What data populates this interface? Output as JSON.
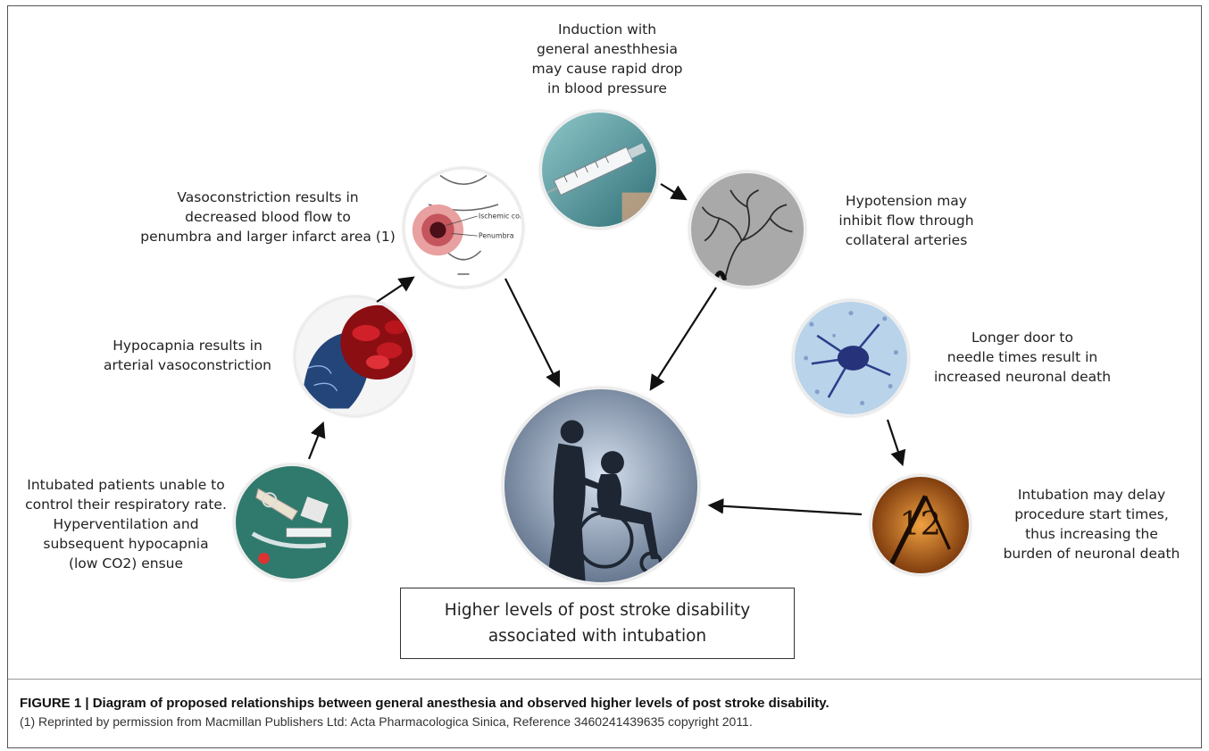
{
  "labels": {
    "induction": "Induction with\ngeneral anesthhesia\nmay cause rapid drop\nin blood pressure",
    "vasoconstriction": "Vasoconstriction results in\ndecreased blood flow to\npenumbra and larger infarct area (1)",
    "hypotension": "Hypotension may\ninhibit flow through\ncollateral arteries",
    "hypocapnia": "Hypocapnia results in\narterial vasoconstriction",
    "door_to_needle": "Longer door to\nneedle times result in\nincreased neuronal death",
    "intubated_patients": "Intubated patients unable to\ncontrol their respiratory rate.\nHyperventilation and\nsubsequent hypocapnia\n(low CO2) ensue",
    "delay": "Intubation may delay\nprocedure start times,\nthus increasing the\nburden of neuronal death"
  },
  "images": {
    "brain_scan_annotations": [
      "Ischemic core",
      "Penumbra"
    ],
    "clock_numerals": "12"
  },
  "outcome": "Higher levels of post stroke disability\nassociated with intubation",
  "caption": {
    "title": "FIGURE 1 | Diagram of proposed relationships between general anesthesia and observed higher levels of post stroke disability.",
    "note": "(1) Reprinted by permission from Macmillan Publishers Ltd: Acta Pharmacologica Sinica, Reference 3460241439635 copyright 2011."
  },
  "colors": {
    "arrow": "#111111",
    "border": "#555555"
  }
}
